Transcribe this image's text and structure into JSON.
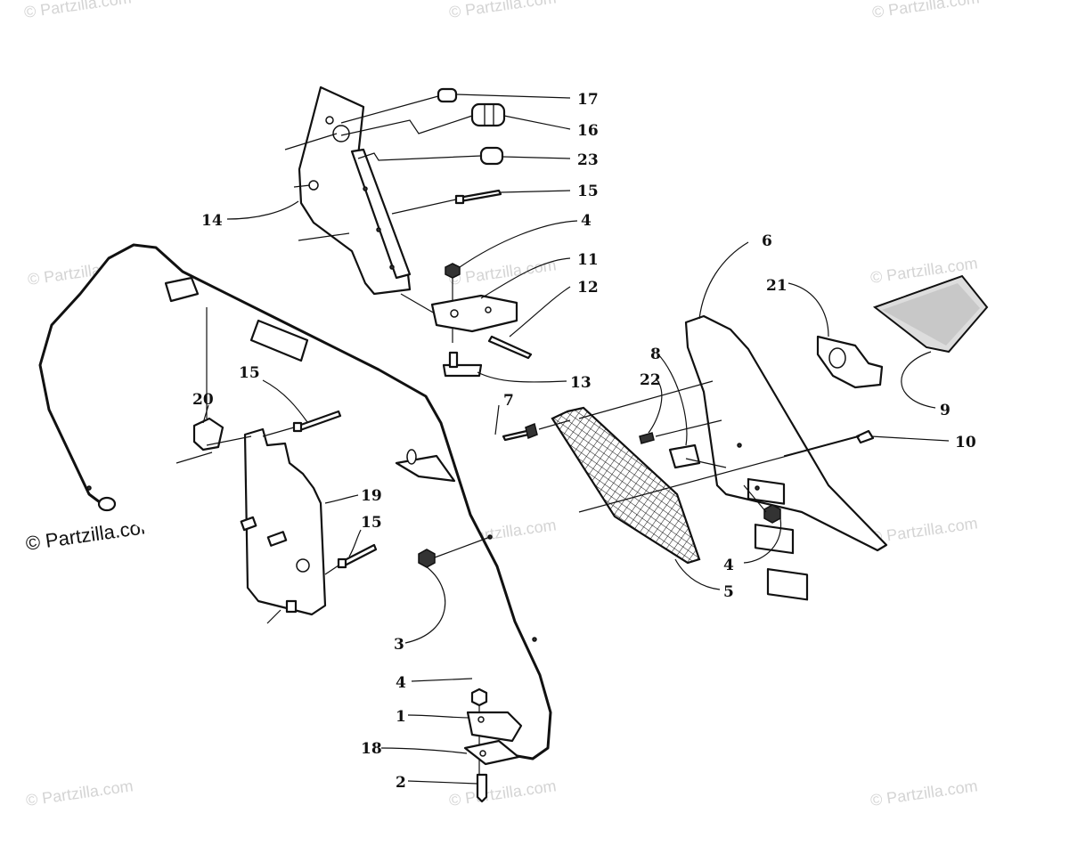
{
  "brand_label": "© Partzilla.com",
  "watermarks": [
    "© Partzilla.com",
    "© Partzilla.com",
    "© Partzilla.com",
    "© Partzilla.com",
    "© Partzilla.com",
    "© Partzilla.com",
    "© Partzilla.com",
    "© Partzilla.com",
    "© Partzilla.com",
    "© Partzilla.com",
    "© Partzilla.com"
  ],
  "callouts": [
    "17",
    "16",
    "23",
    "15",
    "4",
    "11",
    "12",
    "13",
    "14",
    "6",
    "21",
    "9",
    "10",
    "8",
    "22",
    "7",
    "5",
    "4",
    "15",
    "20",
    "19",
    "15",
    "3",
    "4",
    "1",
    "18",
    "2"
  ]
}
